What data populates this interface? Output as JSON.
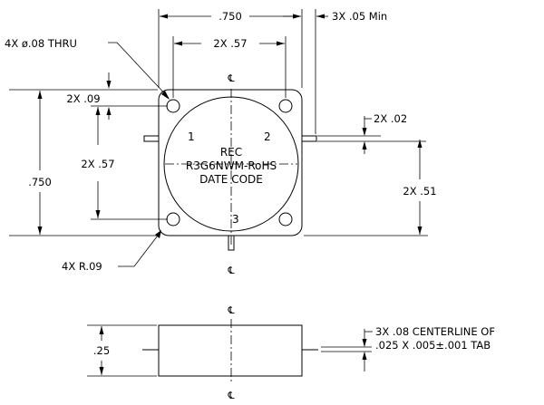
{
  "dimensions": {
    "overall_width": ".750",
    "hole_spacing_x": "2X .57",
    "tab_min": "3X .05  Min",
    "hole_dia": "4X ø.08 THRU",
    "hole_offset_y": "2X .09",
    "hole_spacing_y": "2X .57",
    "overall_height": ".750",
    "tab_thickness": "2X .02",
    "tab_offset": "2X .51",
    "corner_radius": "4X R.09",
    "height": ".25"
  },
  "body_marking": {
    "line1": "REC",
    "line2": "R3G6NWM-RoHS",
    "line3": "DATE CODE"
  },
  "ports": {
    "p1": "1",
    "p2": "2",
    "p3": "3"
  },
  "centerline_symbol": "℄",
  "note": {
    "line1": "3X .08 CENTERLINE OF",
    "line2": ".025 X .005±.001 TAB"
  }
}
